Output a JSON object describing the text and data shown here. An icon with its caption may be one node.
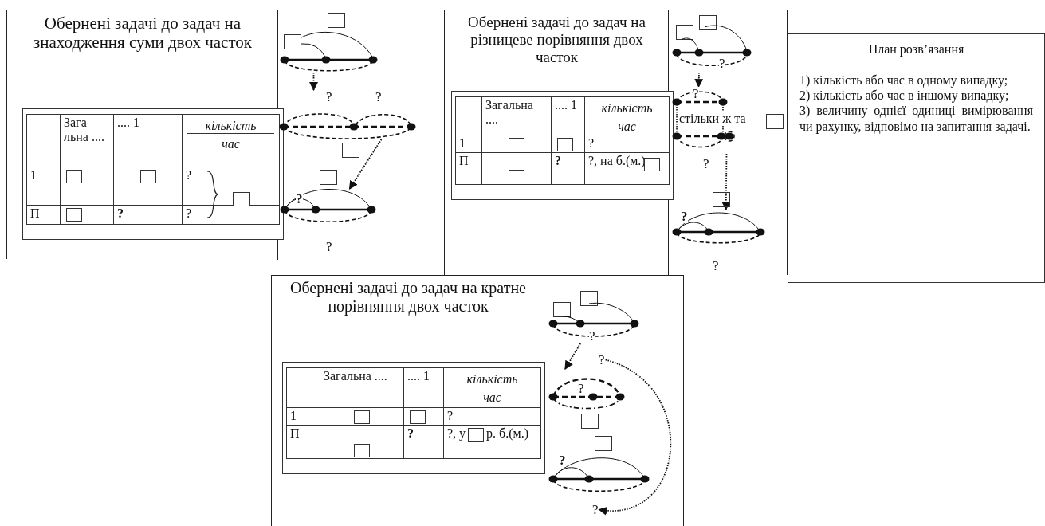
{
  "diagram": {
    "nodes": [
      {
        "text": [
          "Обернені задачі до задач на знаходження суми двох часток"
        ]
      },
      {
        "text": [],
        "shape": "segment",
        "in": 0
      },
      {
        "text": [],
        "shape": "segment",
        "in": 0,
        "beside": [
          "?",
          "?"
        ]
      },
      {
        "text": [
          "?"
        ],
        "in": 0,
        "beside": [
          "?"
        ]
      },
      {
        "text": [
          "Обернені задачі до задач на різницеве порівняння двох часток"
        ]
      },
      {
        "text": [
          "?"
        ],
        "in": 4
      },
      {
        "text": [
          "?",
          "стільки ж та"
        ],
        "in": 4,
        "beside": [
          "?"
        ]
      },
      {
        "text": [
          "?"
        ],
        "in": 4,
        "beside": [
          "?"
        ]
      },
      {
        "text": [
          "План розв’язання",
          "1) кількість або час в одному випадку;",
          "2) кількість або час в іншому випадку;",
          "3) величину однієї одиниці вимірювання чи рахунку, відповімо на запитання задачі."
        ]
      },
      {
        "text": [
          "Обернені задачі до задач на кратне порівняння двох часток"
        ]
      },
      {
        "text": [
          "?"
        ],
        "in": 9
      },
      {
        "text": [
          "?"
        ],
        "in": 9
      },
      {
        "text": [
          "?"
        ],
        "in": 9
      },
      {
        "text": [
          "?"
        ],
        "in": 9
      },
      {
        "text": [
          "?"
        ],
        "in": 9
      }
    ],
    "edges": [
      {
        "from": 1,
        "to": 2,
        "arrow": "to"
      },
      {
        "from": 2,
        "to": 3,
        "arrow": "to"
      },
      {
        "from": 5,
        "to": 6,
        "arrow": "to"
      },
      {
        "from": 6,
        "to": 7,
        "arrow": "to"
      },
      {
        "from": 10,
        "to": 12,
        "arrow": "to"
      },
      {
        "from": 11,
        "to": 14,
        "arrow": "to"
      }
    ],
    "labels": [
      "Зага льна ....",
      ".... 1",
      "кількість",
      "час",
      "1",
      "?",
      "П",
      "?",
      "?",
      "Загальна ....",
      ".... 1",
      "кількість",
      "час",
      "1",
      "?",
      "П",
      "?",
      "?, на б.(м.)",
      "Загальна ....",
      ".... 1",
      "кількість",
      "час",
      "1",
      "?",
      "П",
      "?",
      "?, у",
      "р. б.(м.)"
    ]
  }
}
